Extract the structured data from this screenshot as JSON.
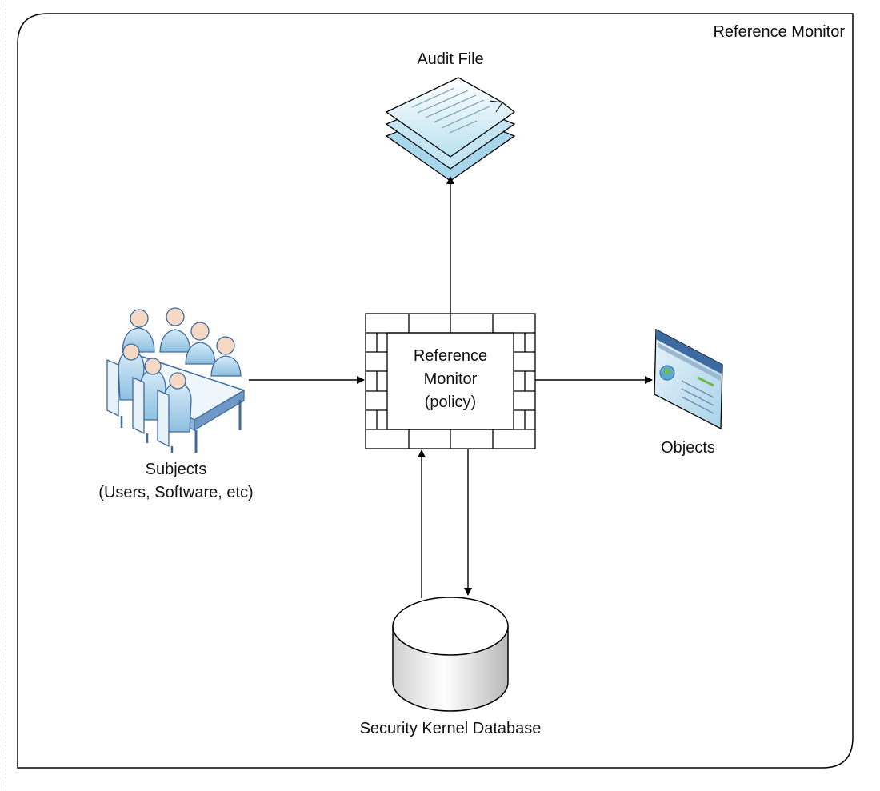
{
  "frame": {
    "title": "Reference Monitor"
  },
  "nodes": {
    "audit_file": {
      "label": "Audit File",
      "icon": "stacked-documents-icon"
    },
    "subjects": {
      "label_line1": "Subjects",
      "label_line2": "(Users, Software, etc)",
      "icon": "meeting-people-icon"
    },
    "monitor": {
      "line1": "Reference",
      "line2": "Monitor",
      "line3": "(policy)",
      "icon": "brick-wall-icon"
    },
    "objects": {
      "label": "Objects",
      "icon": "web-page-icon"
    },
    "database": {
      "label": "Security Kernel Database",
      "icon": "database-cylinder-icon"
    }
  },
  "edges": [
    {
      "from": "monitor",
      "to": "audit_file"
    },
    {
      "from": "subjects",
      "to": "monitor"
    },
    {
      "from": "monitor",
      "to": "objects"
    },
    {
      "from": "monitor",
      "to": "database"
    },
    {
      "from": "database",
      "to": "monitor"
    }
  ],
  "colors": {
    "line": "#000000",
    "icon_blue": "#a9d3ea",
    "icon_dark_blue": "#3d6aa0",
    "db_gray": "#d9d9d9"
  }
}
